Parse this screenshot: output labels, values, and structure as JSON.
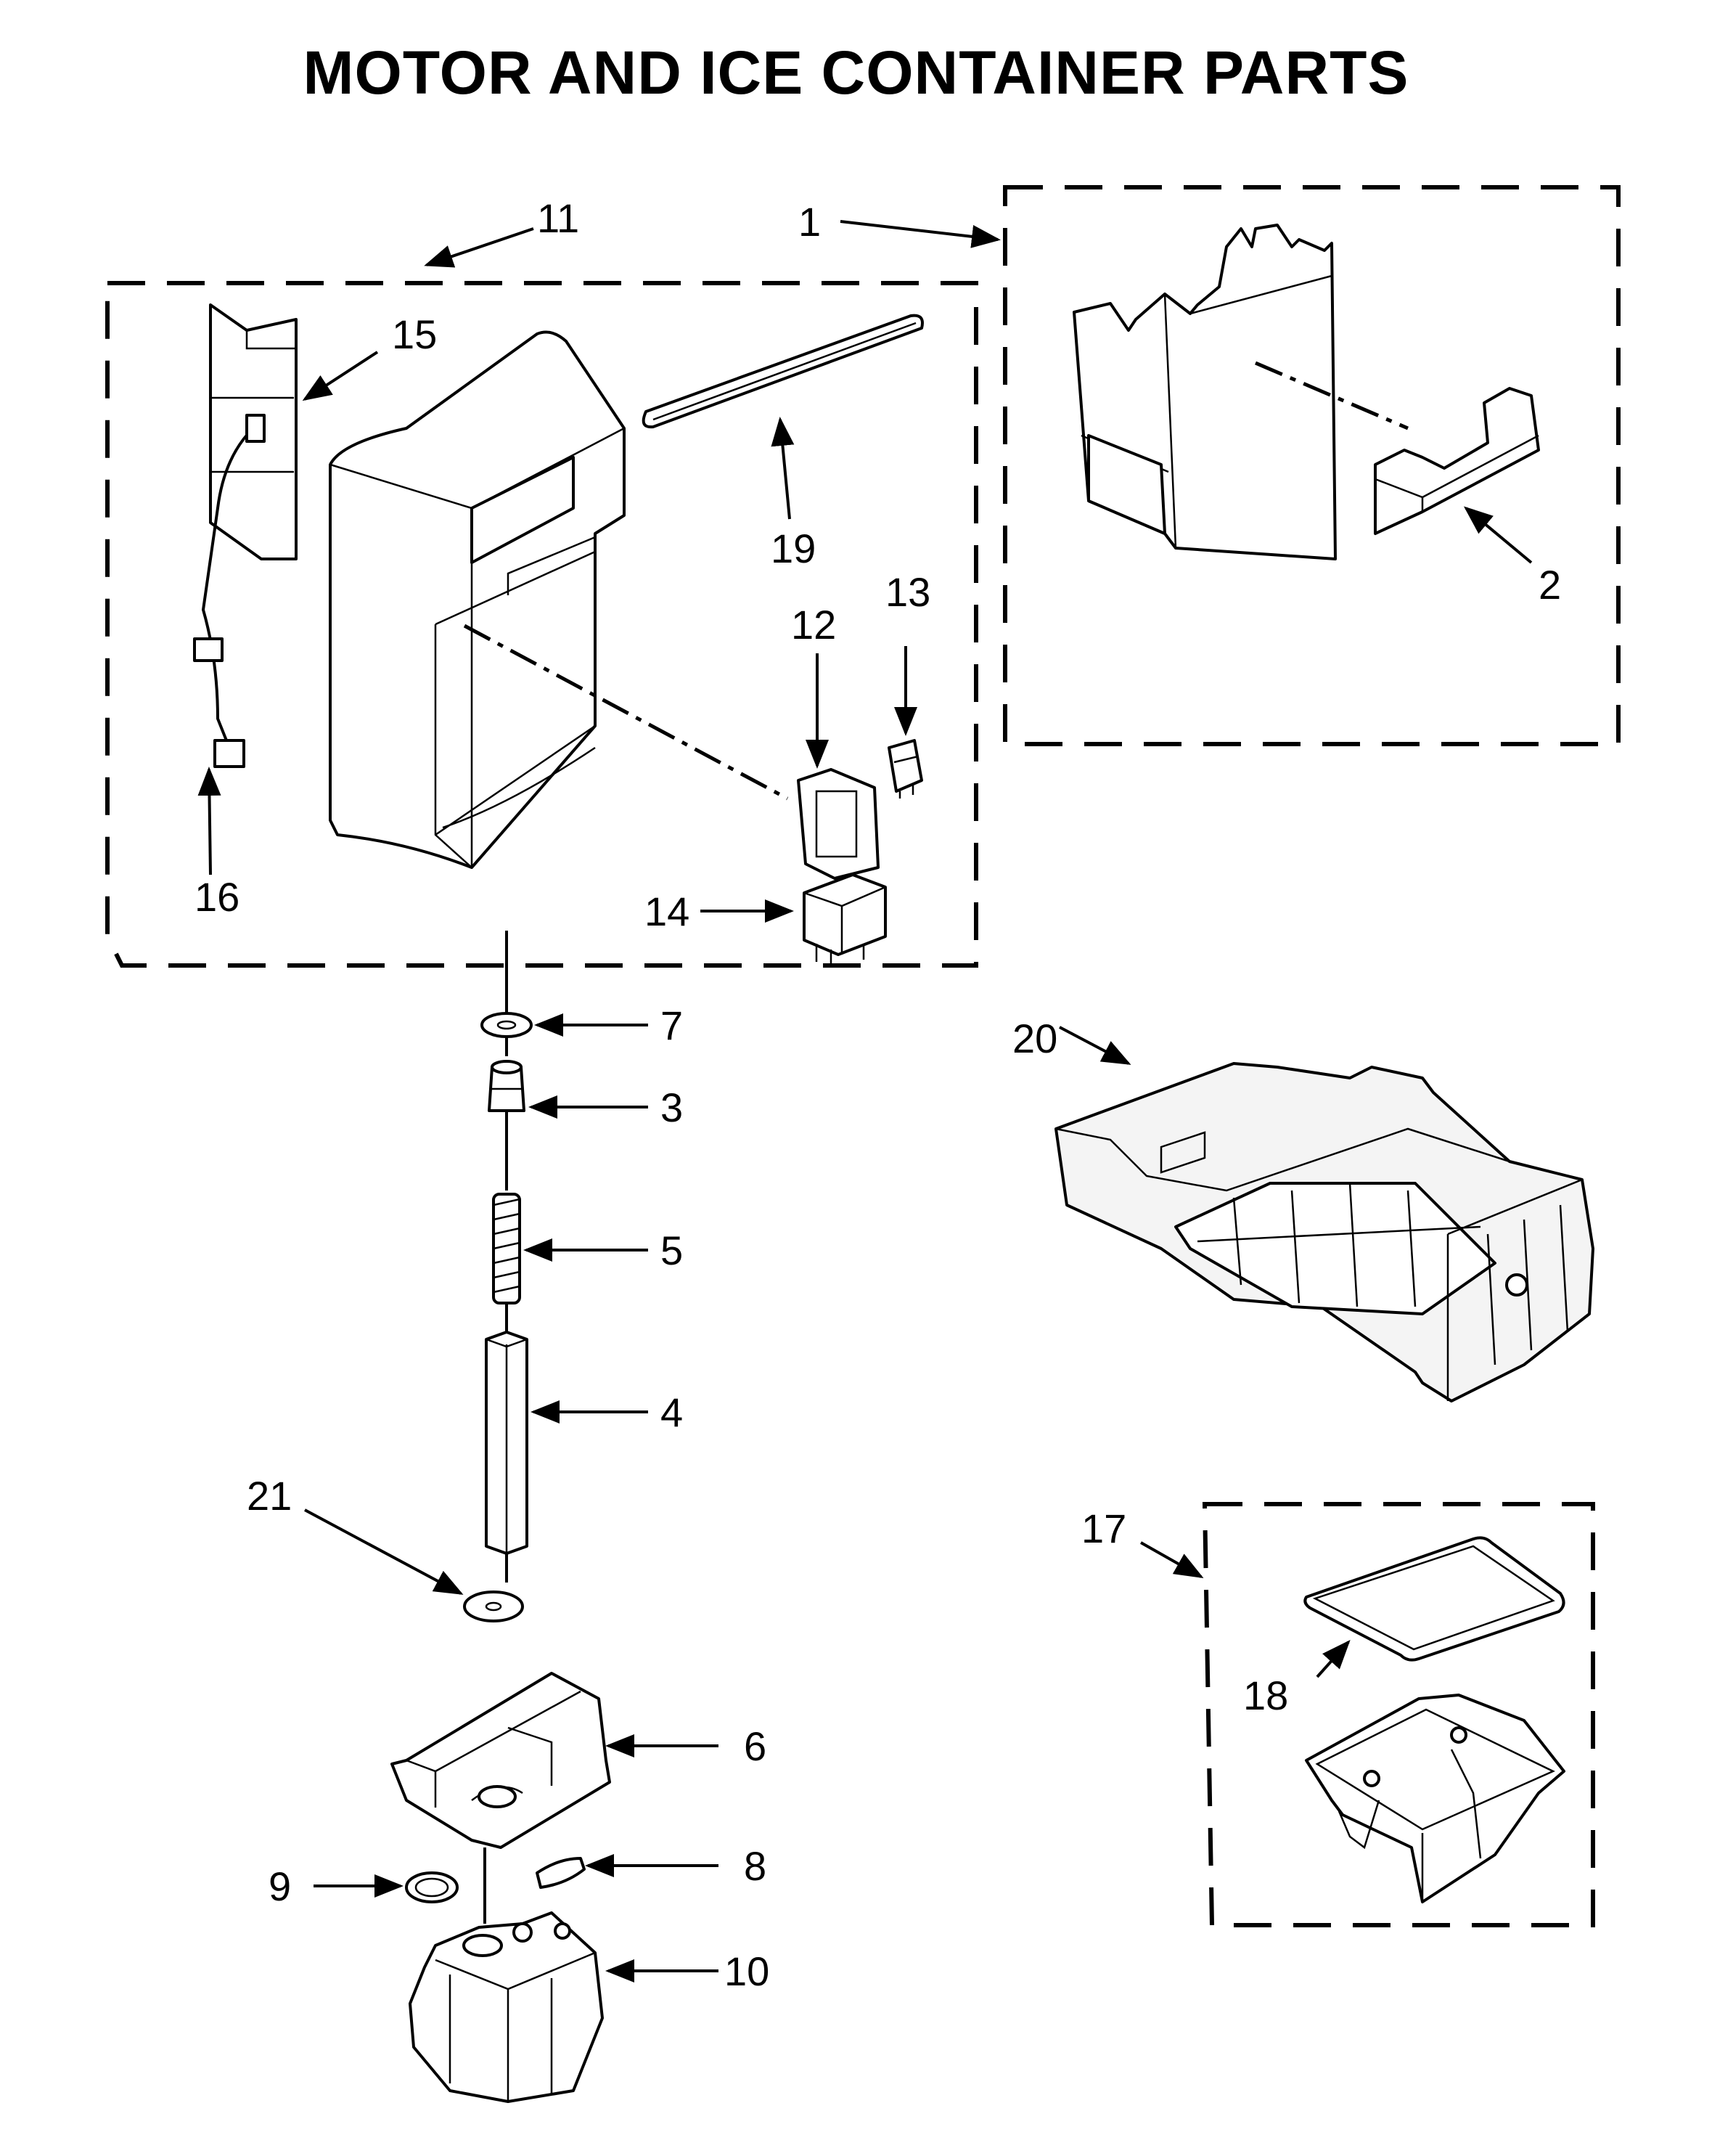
{
  "title": "MOTOR AND ICE CONTAINER PARTS",
  "callouts": [
    "1",
    "2",
    "3",
    "4",
    "5",
    "6",
    "7",
    "8",
    "9",
    "10",
    "11",
    "12",
    "13",
    "14",
    "15",
    "16",
    "17",
    "18",
    "19",
    "20",
    "21"
  ]
}
